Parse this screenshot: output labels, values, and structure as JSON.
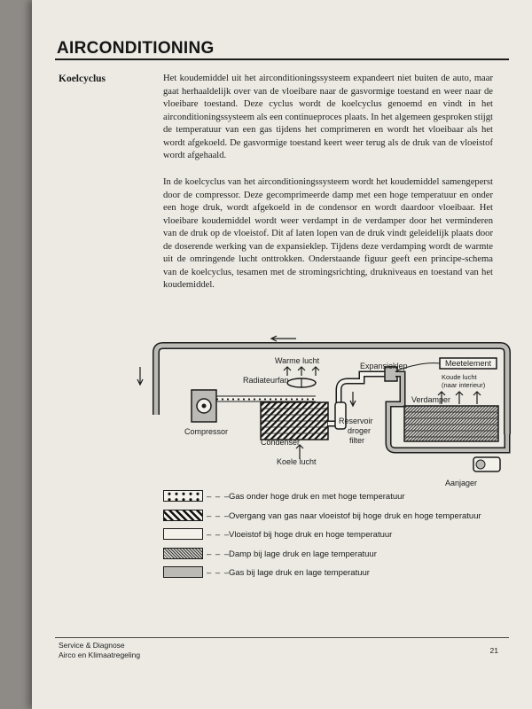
{
  "header": {
    "title": "AIRCONDITIONING"
  },
  "section": {
    "label": "Koelcyclus"
  },
  "paragraphs": {
    "p1": "Het koudemiddel uit het airconditioningssysteem expandeert niet buiten de auto, maar gaat herhaaldelijk over van de vloeibare naar de gasvormige toestand en weer naar de vloeibare toestand. Deze cyclus wordt de koelcyclus genoemd en vindt in het airconditioningssysteem als een continueproces plaats. In het algemeen gesproken stijgt de temperatuur van een gas tijdens het comprimeren en wordt het vloeibaar als het wordt afgekoeld. De gasvormige toestand keert weer terug als de druk van de vloeistof wordt afgehaald.",
    "p2": "In de koelcyclus van het airconditioningssysteem wordt het koudemiddel samengeperst door de compressor. Deze gecomprimeerde damp met een hoge temperatuur en onder een hoge druk, wordt afgekoeld in de condensor en wordt daardoor vloeibaar. Het vloeibare koudemiddel wordt weer verdampt in de verdamper door het verminderen van de druk op de vloeistof. Dit af laten lopen van de druk vindt geleidelijk plaats door de doserende werking van de expansieklep. Tijdens deze verdamping wordt de warmte uit de omringende lucht onttrokken. Onderstaande figuur geeft een principe-schema van de koelcyclus, tesamen met de stromingsrichting, drukniveaus en toestand van het koudemiddel."
  },
  "diagram": {
    "labels": {
      "warme_lucht": "Warme lucht",
      "radiateurfan": "Radiateurfan",
      "expansieklep": "Expansieklep",
      "meetelement": "Meetelement",
      "koude_lucht_1": "Koude lucht",
      "koude_lucht_2": "(naar interieur)",
      "verdamper": "Verdamper",
      "compressor": "Compressor",
      "condenser": "Condenser",
      "reservoir_1": "Reservoir",
      "reservoir_2": "droger",
      "reservoir_3": "filter",
      "koele_lucht": "Koele lucht",
      "aanjager": "Aanjager"
    }
  },
  "legend": {
    "dash": "– – – –",
    "items": [
      {
        "text": "Gas onder hoge druk en met hoge temperatuur"
      },
      {
        "text": "Overgang van gas naar vloeistof bij hoge druk en hoge temperatuur"
      },
      {
        "text": "Vloeistof bij hoge druk en hoge temperatuur"
      },
      {
        "text": "Damp bij lage druk en lage temperatuur"
      },
      {
        "text": "Gas bij lage druk en lage temperatuur"
      }
    ]
  },
  "footer": {
    "line1": "Service & Diagnose",
    "line2": "Airco en Klimaatregeling",
    "page_number": "21"
  }
}
